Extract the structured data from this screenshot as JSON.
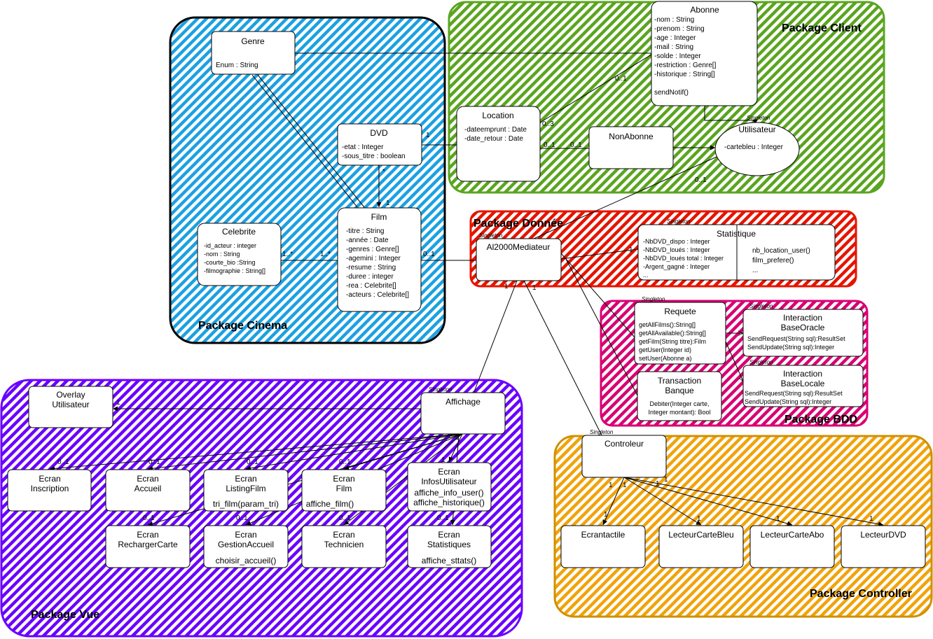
{
  "packages": {
    "client": "Package Client",
    "cinema": "Package Cinema",
    "donnee": "Package Donnée",
    "bdd": "Package BDD",
    "vue": "Package Vue",
    "controller": "Package Controller"
  },
  "colors": {
    "client": "#5aa51f",
    "cinema": "#1ba1e2",
    "donnee": "#e51400",
    "bdd": "#d80073",
    "vue": "#6a00ff",
    "controller": "#f0a30a"
  },
  "stereotype": "Singleton",
  "classes": {
    "genre": {
      "title": "Genre",
      "attrs": [
        "Enum : String"
      ]
    },
    "abonne": {
      "title": "Abonne",
      "attrs": [
        "-nom : String",
        "-prenom : String",
        "-age : Integer",
        "-mail : String",
        "-solde : Integer",
        "-restriction : Genre[]",
        "-historique : String[]",
        "",
        "sendNotif()"
      ]
    },
    "dvd": {
      "title": "DVD",
      "attrs": [
        "-etat : Integer",
        "-sous_titre : boolean"
      ]
    },
    "location": {
      "title": "Location",
      "attrs": [
        "-dateemprunt : Date",
        "-date_retour : Date"
      ]
    },
    "nonabonne": {
      "title": "NonAbonne",
      "attrs": []
    },
    "utilisateur": {
      "title": "Utilisateur",
      "attrs": [
        "-cartebleu : Integer"
      ]
    },
    "celebrite": {
      "title": "Celebrite",
      "attrs": [
        "-id_acteur : integer",
        "-nom : String",
        "-courte_bio :String",
        "-filmographie : String[]"
      ]
    },
    "film": {
      "title": "Film",
      "attrs": [
        "-titre : String",
        "-année : Date",
        "-genres : Genre[]",
        "-agemini : Integer",
        "-resume : String",
        "-duree : integer",
        "-rea : Celebrite[]",
        "-acteurs : Celebrite[]"
      ]
    },
    "mediateur": {
      "title": "Al2000Mediateur",
      "attrs": []
    },
    "statistique": {
      "title": "Statistique",
      "attrs": [
        "-NbDVD_dispo : Integer",
        "-NbDVD_loués : Integer",
        "-NbDVD_loués  total : Integer",
        "-Argent_gagné : Integer",
        "..."
      ],
      "methods": [
        "nb_location_user()",
        "film_prefere()",
        "..."
      ]
    },
    "requete": {
      "title": "Requete",
      "attrs": [
        "getAllFilms():String[]",
        "getAllAvailable():String[]",
        "getFilm(String titre):Film",
        "getUser(Integer id)",
        "setUser(Abonne a)"
      ]
    },
    "baseoracle": {
      "title": [
        "Interaction",
        "BaseOracle"
      ],
      "attrs": [
        "SendRequest(String sql):ResultSet",
        "SendUpdate(String sql):Integer"
      ]
    },
    "baselocale": {
      "title": [
        "Interaction",
        "BaseLocale"
      ],
      "attrs": [
        "SendRequest(String sql):ResultSet",
        "SendUpdate(String sql):Integer"
      ]
    },
    "transaction": {
      "title": [
        "Transaction",
        "Banque"
      ],
      "attrs": [
        "Debiter(Integer carte,",
        "Integer montant): Bool"
      ]
    },
    "overlay": {
      "title": [
        "Overlay",
        "Utilisateur"
      ],
      "attrs": []
    },
    "affichage": {
      "title": "Affichage",
      "attrs": []
    },
    "inscription": {
      "title": [
        "Ecran",
        "Inscription"
      ],
      "attrs": []
    },
    "accueil": {
      "title": [
        "Ecran",
        "Accueil"
      ],
      "attrs": []
    },
    "listingfilm": {
      "title": [
        "Ecran",
        "ListingFilm"
      ],
      "attrs": [
        "tri_film(param_tri)"
      ]
    },
    "ecranfilm": {
      "title": [
        "Ecran",
        "Film"
      ],
      "attrs": [
        "affiche_film()"
      ]
    },
    "infosuser": {
      "title": [
        "Ecran",
        "InfosUtilisateur"
      ],
      "attrs": [
        "affiche_info_user()",
        "affiche_historique()"
      ]
    },
    "recharger": {
      "title": [
        "Ecran",
        "RechargerCarte"
      ],
      "attrs": []
    },
    "gestion": {
      "title": [
        "Ecran",
        "GestionAccueil"
      ],
      "attrs": [
        "choisir_accueil()"
      ]
    },
    "technicien": {
      "title": [
        "Ecran",
        "Technicien"
      ],
      "attrs": []
    },
    "statsecran": {
      "title": [
        "Ecran",
        "Statistiques"
      ],
      "attrs": [
        "affiche_sttats()"
      ]
    },
    "controleur": {
      "title": "Controleur",
      "attrs": []
    },
    "ecrantactile": {
      "title": "Ecrantactile",
      "attrs": []
    },
    "lecteurbleu": {
      "title": "LecteurCarteBleu",
      "attrs": []
    },
    "lecteurabo": {
      "title": "LecteurCarteAbo",
      "attrs": []
    },
    "lecteurdvd": {
      "title": "LecteurDVD",
      "attrs": []
    }
  },
  "multiplicities": {
    "m1": "0..1",
    "m2": "0..3",
    "m3": "0..1",
    "m4": "0..1",
    "m5": "0..1",
    "m6": "1",
    "m7": "*",
    "m8": "1",
    "m9": "1..*",
    "m10": "1..*",
    "m11": "0..1",
    "m12": "1",
    "m13": "1",
    "m14": "1",
    "m15": "0..1",
    "m16": "0..1",
    "m17": "0..1",
    "m18": "0..1",
    "m19": "0..1",
    "m20": "0..1",
    "m21": "0..1",
    "m22": "0..1",
    "m23": "1",
    "m24": "1",
    "m25": "1",
    "m26": "1",
    "m27": "1",
    "m28": "1",
    "m29": "1",
    "m30": "1",
    "m31": "1",
    "m32": "1",
    "m33": "1"
  }
}
